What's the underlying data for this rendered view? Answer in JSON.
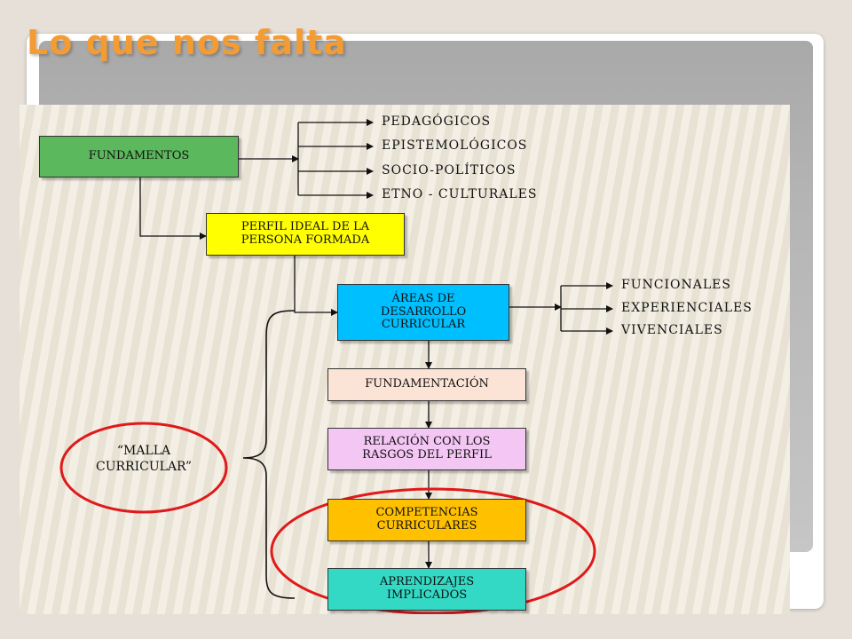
{
  "title": "Lo que nos falta",
  "diagram": {
    "fundamentos": "FUNDAMENTOS",
    "fundamentos_branches": [
      "PEDAGÓGICOS",
      "EPISTEMOLÓGICOS",
      "SOCIO-POLÍTICOS",
      "ETNO - CULTURALES"
    ],
    "perfil": "PERFIL IDEAL DE LA PERSONA FORMADA",
    "areas": "ÁREAS DE DESARROLLO CURRICULAR",
    "areas_branches": [
      "FUNCIONALES",
      "EXPERIENCIALES",
      "VIVENCIALES"
    ],
    "fundamentacion": "FUNDAMENTACIÓN",
    "relacion": "RELACIÓN CON LOS RASGOS DEL PERFIL",
    "competencias": "COMPETENCIAS CURRICULARES",
    "aprendizajes": "APRENDIZAJES IMPLICADOS",
    "malla_line1": "“MALLA",
    "malla_line2": "CURRICULAR”"
  },
  "colors": {
    "title": "#f39c34",
    "fundamentos": "#5cb85c",
    "perfil": "#ffff00",
    "areas": "#00bfff",
    "fundamentacion": "#fbe4d5",
    "relacion": "#f4c6f4",
    "competencias": "#ffc000",
    "aprendizajes": "#33d9c4",
    "highlight": "#e0191b"
  }
}
